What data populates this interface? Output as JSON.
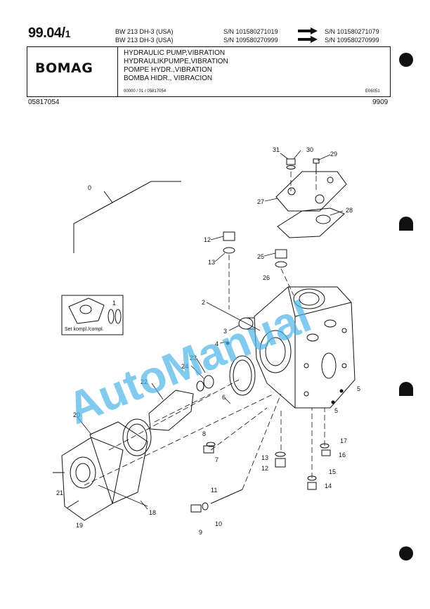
{
  "header": {
    "doc_number": "99.04/",
    "doc_suffix": "1",
    "model_line_1": "BW 213 DH-3 (USA)",
    "model_line_2": "BW 213 DH-3 (USA)",
    "sn_from_1": "S/N 101580271019",
    "sn_to_1": "S/N 101580271079",
    "sn_from_2": "S/N 109580270999",
    "sn_to_2": "S/N 109580270999",
    "brand": "BOMAG",
    "titles": [
      "HYDRAULIC PUMP,VIBRATION",
      "HYDRAULIKPUMPE,VIBRATION",
      "POMPE HYDR.,VIBRATION",
      "BOMBA HIDR., VIBRACION"
    ],
    "small_ref_left": "00000 / 01 / 05817054",
    "small_ref_right": "E06051",
    "part_number": "05817054",
    "date_code": "9909"
  },
  "diagram": {
    "inset_label": "Set kompl./compl.",
    "callouts": [
      "0",
      "1",
      "2",
      "3",
      "4",
      "5",
      "5",
      "6",
      "7",
      "8",
      "9",
      "10",
      "11",
      "12",
      "12",
      "13",
      "13",
      "14",
      "15",
      "16",
      "17",
      "18",
      "19",
      "20",
      "21",
      "22",
      "23",
      "24",
      "25",
      "26",
      "27",
      "28",
      "29",
      "30",
      "31"
    ]
  },
  "watermark": "AutoManual",
  "colors": {
    "ink": "#111111",
    "watermark": "#4fb3e8"
  }
}
